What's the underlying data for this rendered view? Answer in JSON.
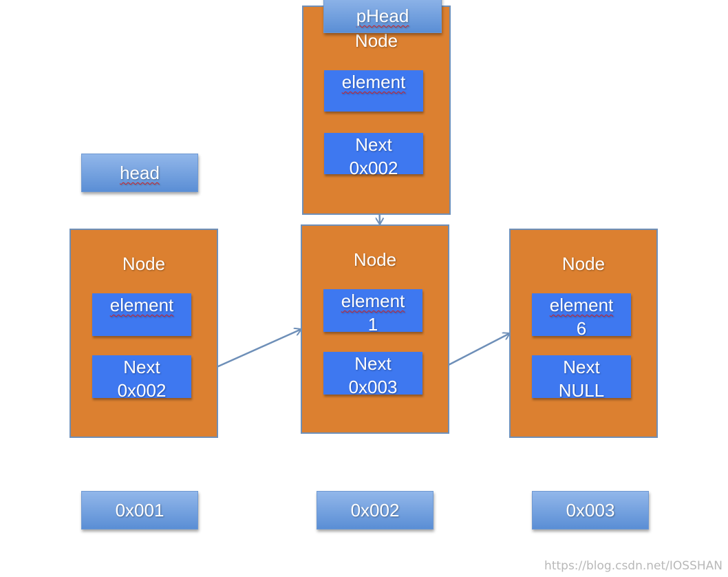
{
  "labels": {
    "pHead": "pHead",
    "head": "head",
    "addr1": "0x001",
    "addr2": "0x002",
    "addr3": "0x003"
  },
  "nodes": {
    "top": {
      "title": "Node",
      "element_label": "element",
      "element_value": "",
      "next_label": "Next",
      "next_value": "0x002"
    },
    "left": {
      "title": "Node",
      "element_label": "element",
      "element_value": "",
      "next_label": "Next",
      "next_value": "0x002"
    },
    "middle": {
      "title": "Node",
      "element_label": "element",
      "element_value": "1",
      "next_label": "Next",
      "next_value": "0x003"
    },
    "right": {
      "title": "Node",
      "element_label": "element",
      "element_value": "6",
      "next_label": "Next",
      "next_value": "NULL"
    }
  },
  "watermark": "https://blog.csdn.net/IOSSHAN",
  "colors": {
    "node_fill": "#dc8030",
    "field_fill": "#3e78f0",
    "arrow": "#6e8fb8"
  }
}
